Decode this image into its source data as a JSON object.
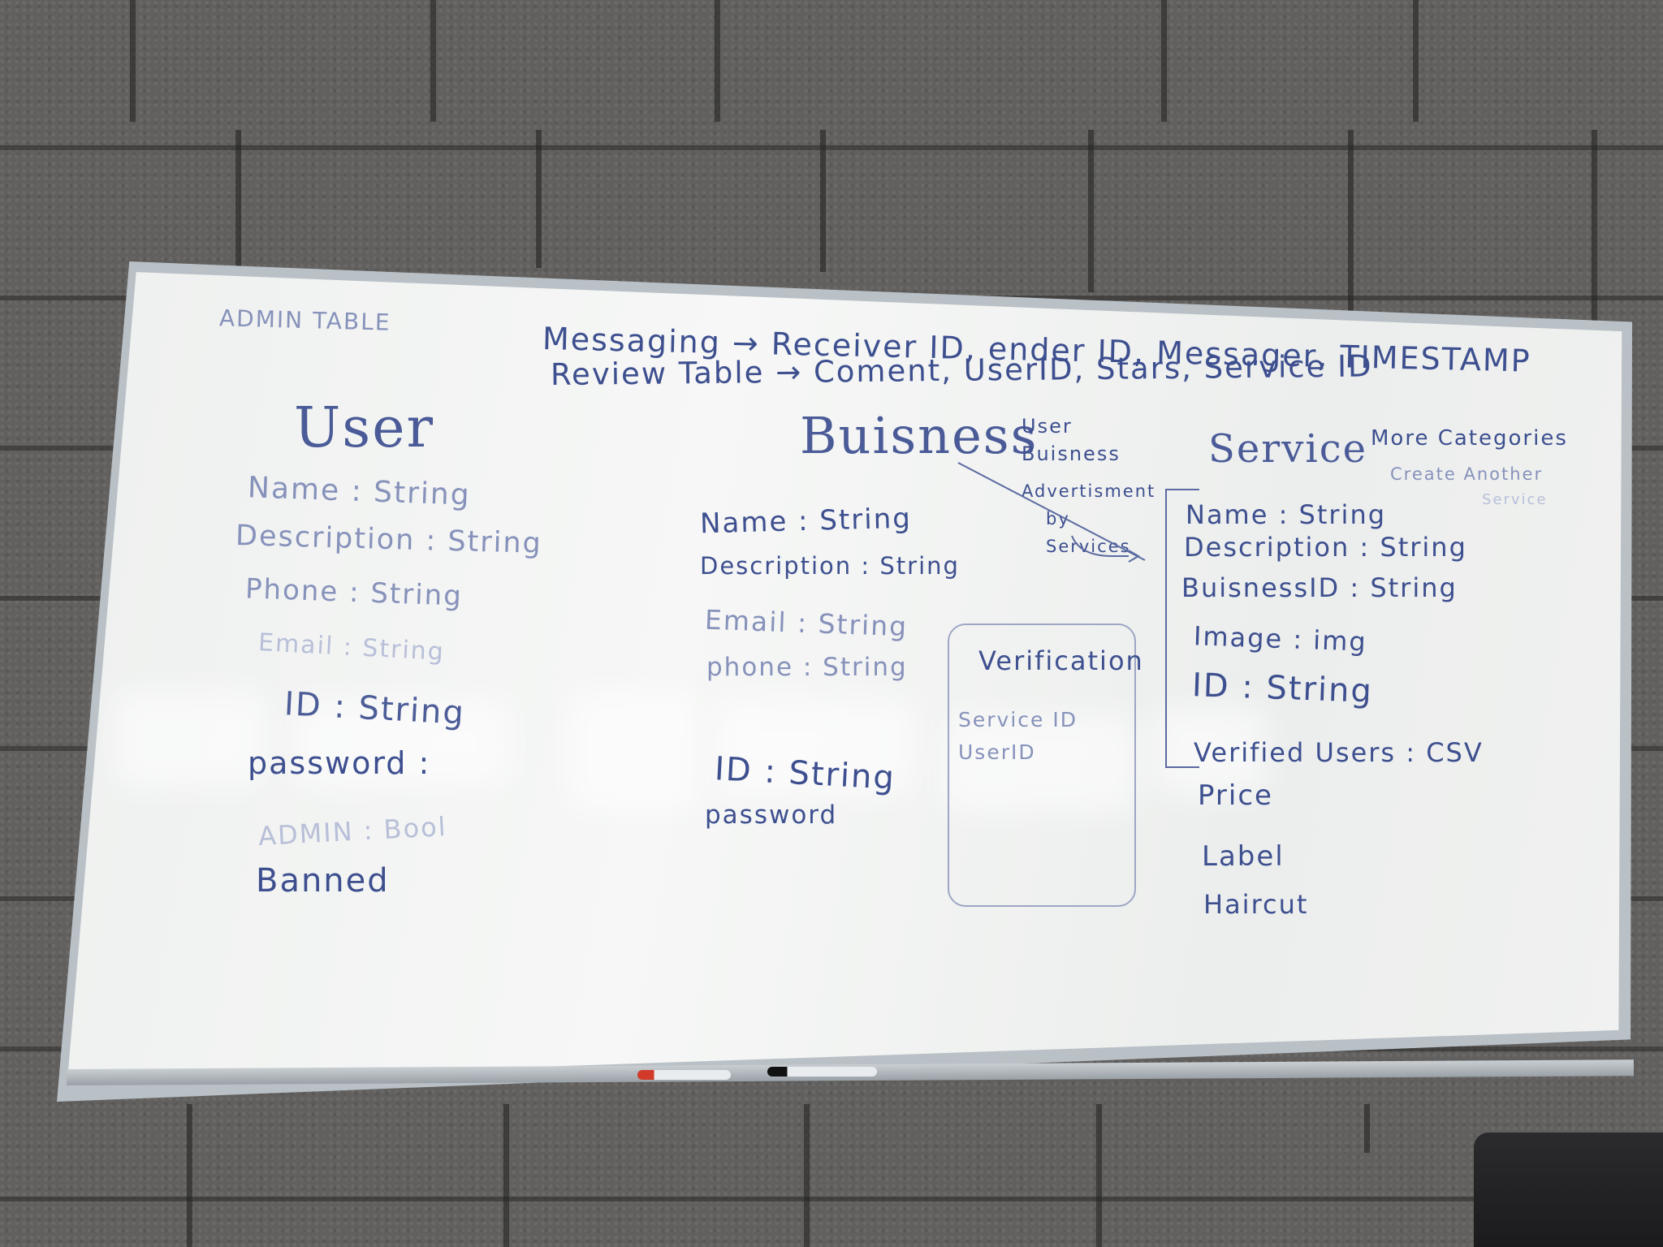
{
  "messaging_line": "Messaging → Receiver ID, ender ID, Messager, TIMESTAMP",
  "review_line": "Review Table → Coment, UserID, Stars, Service ID",
  "faded_heading": "ADMIN TABLE",
  "user": {
    "title": "User",
    "fields": [
      "Name : String",
      "Description : String",
      "Phone : String",
      "Email : String",
      "ID : String",
      "password :",
      "ADMIN : Bool",
      "Banned"
    ]
  },
  "business": {
    "title": "Buisness",
    "fields": [
      "Name : String",
      "Description : String",
      "Email : String",
      "phone : String",
      "ID : String",
      "password"
    ]
  },
  "relation_note": {
    "lines": [
      "User",
      "Buisness",
      "Advertisment",
      "by Services"
    ]
  },
  "verification": {
    "title": "Verification",
    "fields": [
      "Service ID",
      "UserID"
    ]
  },
  "service": {
    "title": "Service",
    "note_lines": [
      "More Categories",
      "Create Another",
      "Service"
    ],
    "fields": [
      "Name : String",
      "Description : String",
      "BuisnessID : String",
      "Image : img",
      "ID : String",
      "Verified Users : CSV",
      "Price",
      "Label",
      "Haircut"
    ]
  },
  "colors": {
    "marker_ink": "#3d4f8f",
    "board": "#f2f3f2",
    "wall": "#61605e"
  }
}
